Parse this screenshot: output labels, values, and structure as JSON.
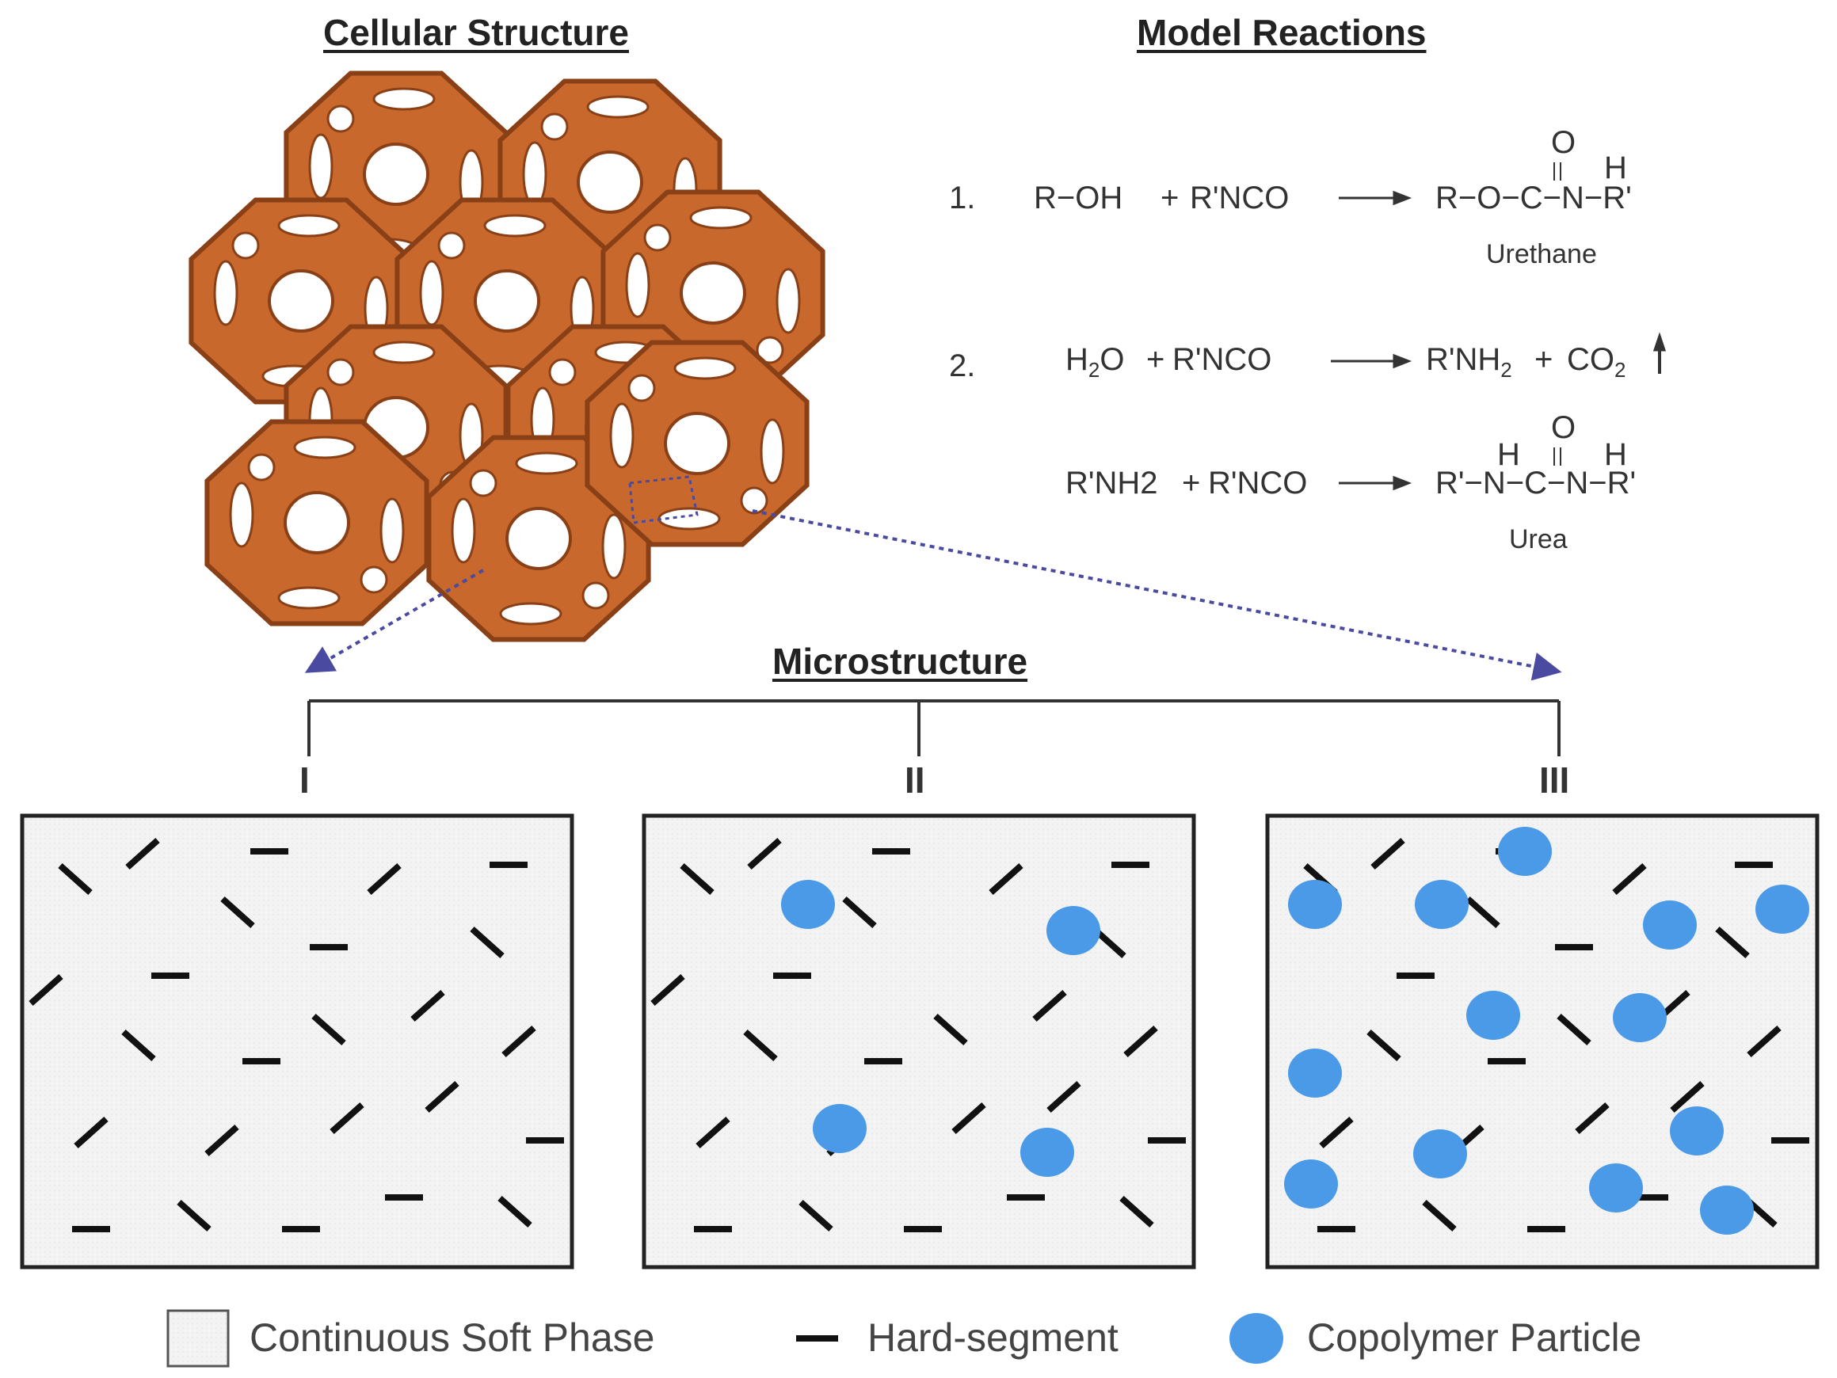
{
  "headings": {
    "cellular": "Cellular Structure",
    "model": "Model Reactions",
    "micro": "Microstructure"
  },
  "reactions": {
    "r1": {
      "number": "1.",
      "reactant_a": "R−OH",
      "plus": "+",
      "reactant_b": "R'NCO",
      "product": "R−O−C−N−R'",
      "carbonyl_O": "O",
      "amide_H": "H",
      "product_name": "Urethane"
    },
    "r2": {
      "number": "2.",
      "reactant_a": "H",
      "reactant_a_sub": "2",
      "reactant_a_tail": "O",
      "plus": "+",
      "reactant_b": "R'NCO",
      "product_a": "R'NH",
      "product_a_sub": "2",
      "product_plus": "+",
      "product_b": "CO",
      "product_b_sub": "2"
    },
    "r3": {
      "reactant_a": "R'NH2",
      "plus": "+",
      "reactant_b": "R'NCO",
      "product": "R'−N−C−N−R'",
      "carbonyl_O": "O",
      "h_left": "H",
      "h_right": "H",
      "product_name": "Urea"
    }
  },
  "panels": [
    "I",
    "II",
    "III"
  ],
  "legend": {
    "soft_phase": "Continuous Soft Phase",
    "hard_segment": "Hard-segment",
    "copolymer": "Copolymer Particle"
  },
  "colors": {
    "foam": "#c8682c",
    "foam_dark": "#8a4016",
    "particle": "#4a9ae8",
    "panel_fill": "#f4f4f4",
    "segment": "#111111",
    "arrow": "#4a4aa0"
  }
}
